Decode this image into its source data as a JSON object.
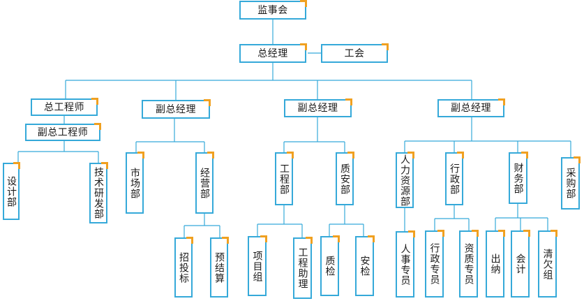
{
  "nodes": {
    "supervisory_board": "监事会",
    "general_manager": "总经理",
    "labor_union": "工会",
    "chief_engineer": "总工程师",
    "deputy_chief_engineer": "副总工程师",
    "deputy_gm_1": "副总经理",
    "deputy_gm_2": "副总经理",
    "deputy_gm_3": "副总经理",
    "design_dept": "设计部",
    "tech_rd_dept": "技术研发部",
    "market_dept": "市场部",
    "operations_dept": "经营部",
    "bidding": "招投标",
    "budget_settlement": "预结算",
    "engineering_dept": "工程部",
    "project_team": "项目组",
    "engineering_assistant": "工程助理",
    "quality_safety_dept": "质安部",
    "quality_inspection": "质检",
    "safety_inspection": "安检",
    "hr_dept": "人力资源部",
    "hr_specialist": "人事专员",
    "admin_dept": "行政部",
    "admin_specialist": "行政专员",
    "qualification_specialist": "资质专员",
    "finance_dept": "财务部",
    "cashier": "出纳",
    "accounting": "会计",
    "arrears_team": "清欠组",
    "procurement_dept": "采购部"
  },
  "colors": {
    "box_border": "#35a9d9",
    "corner_accent": "#f0a020",
    "connector": "#35a9d9"
  }
}
